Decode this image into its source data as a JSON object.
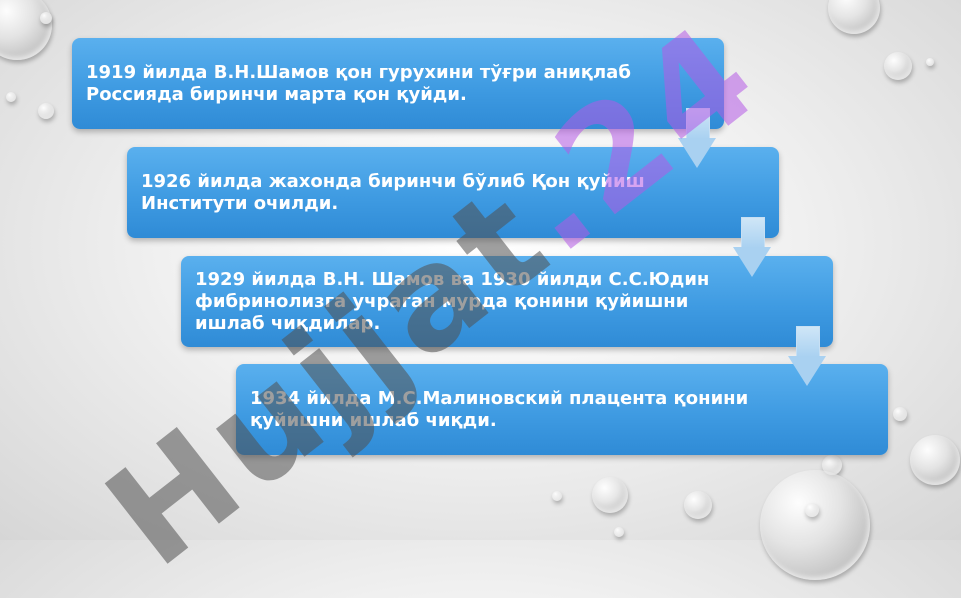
{
  "slide": {
    "steps": [
      {
        "text": "1919 йилда В.Н.Шамов қон гурухини тўғри аниқлаб\nРоссияда биринчи марта қон қуйди."
      },
      {
        "text": "1926 йилда жахонда биринчи бўлиб Қон қуйиш\nИнститути очилди."
      },
      {
        "text": "1929 йилда В.Н. Шамов ва 1930 йилди С.С.Юдин\nфибринолизга учраган мурда қонини қуйишни\nишлаб чиқдилар."
      },
      {
        "text": "1934 йилда М.С.Малиновский плацента қонини\nқуйишни ишлаб чиқди."
      }
    ],
    "watermark": {
      "part1": "Hujjat",
      "part2": ".24"
    }
  },
  "colors": {
    "box": "#3f9be2",
    "arrow": "#a9d1f1",
    "watermark_gray": "#505050",
    "watermark_purple": "#b55ae6"
  },
  "icons": {
    "connector": "arrow-down-icon",
    "decoration": "water-drop-icon"
  }
}
